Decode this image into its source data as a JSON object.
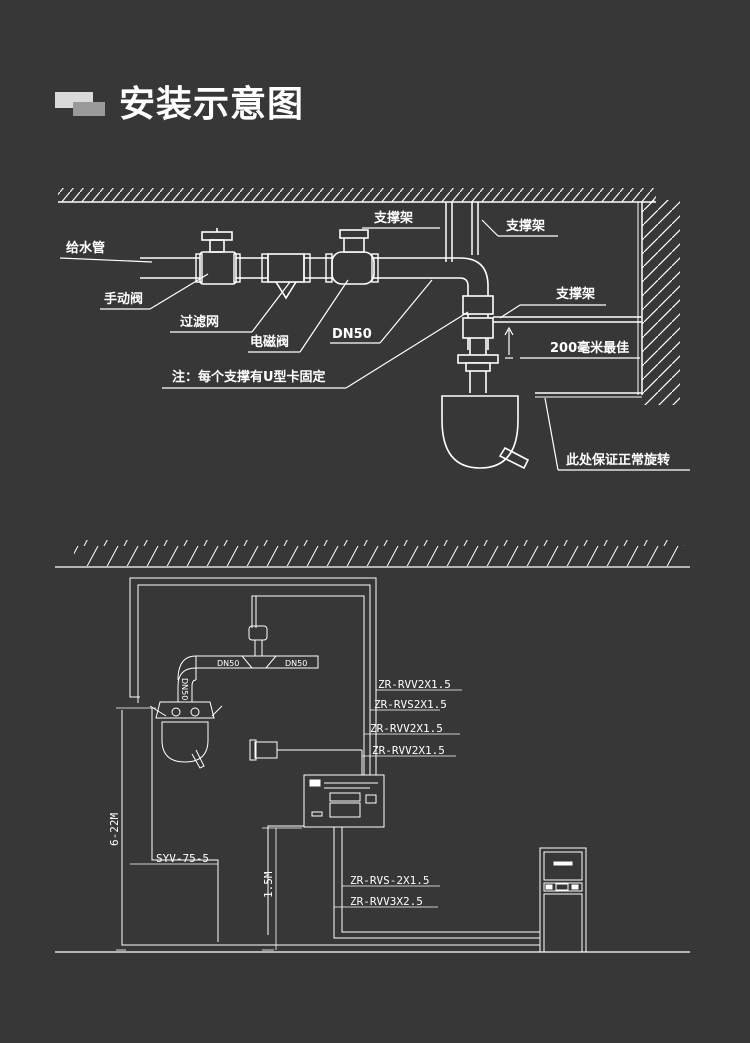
{
  "header": {
    "title": "安装示意图"
  },
  "top_diagram": {
    "labels": {
      "water_pipe": "给水管",
      "manual_valve": "手动阀",
      "filter": "过滤网",
      "solenoid_valve": "电磁阀",
      "dn50": "DN50",
      "support_1": "支撑架",
      "support_2": "支撑架",
      "support_3": "支撑架",
      "distance": "200毫米最佳",
      "note": "注：每个支撑有U型卡固定",
      "rotation": "此处保证正常旋转"
    }
  },
  "bottom_diagram": {
    "labels": {
      "dn50_left": "DN50",
      "dn50_right": "DN50",
      "dn50_vertical": "DN50",
      "cable_1": "ZR-RVV2X1.5",
      "cable_2": "ZR-RVS2X1.5",
      "cable_3": "ZR-RVV2X1.5",
      "cable_4": "ZR-RVV2X1.5",
      "cable_5": "ZR-RVS-2X1.5",
      "cable_6": "ZR-RVV3X2.5",
      "coax": "SYV-75-5",
      "height_range": "6-22M",
      "height_fixed": "1.5M"
    }
  }
}
